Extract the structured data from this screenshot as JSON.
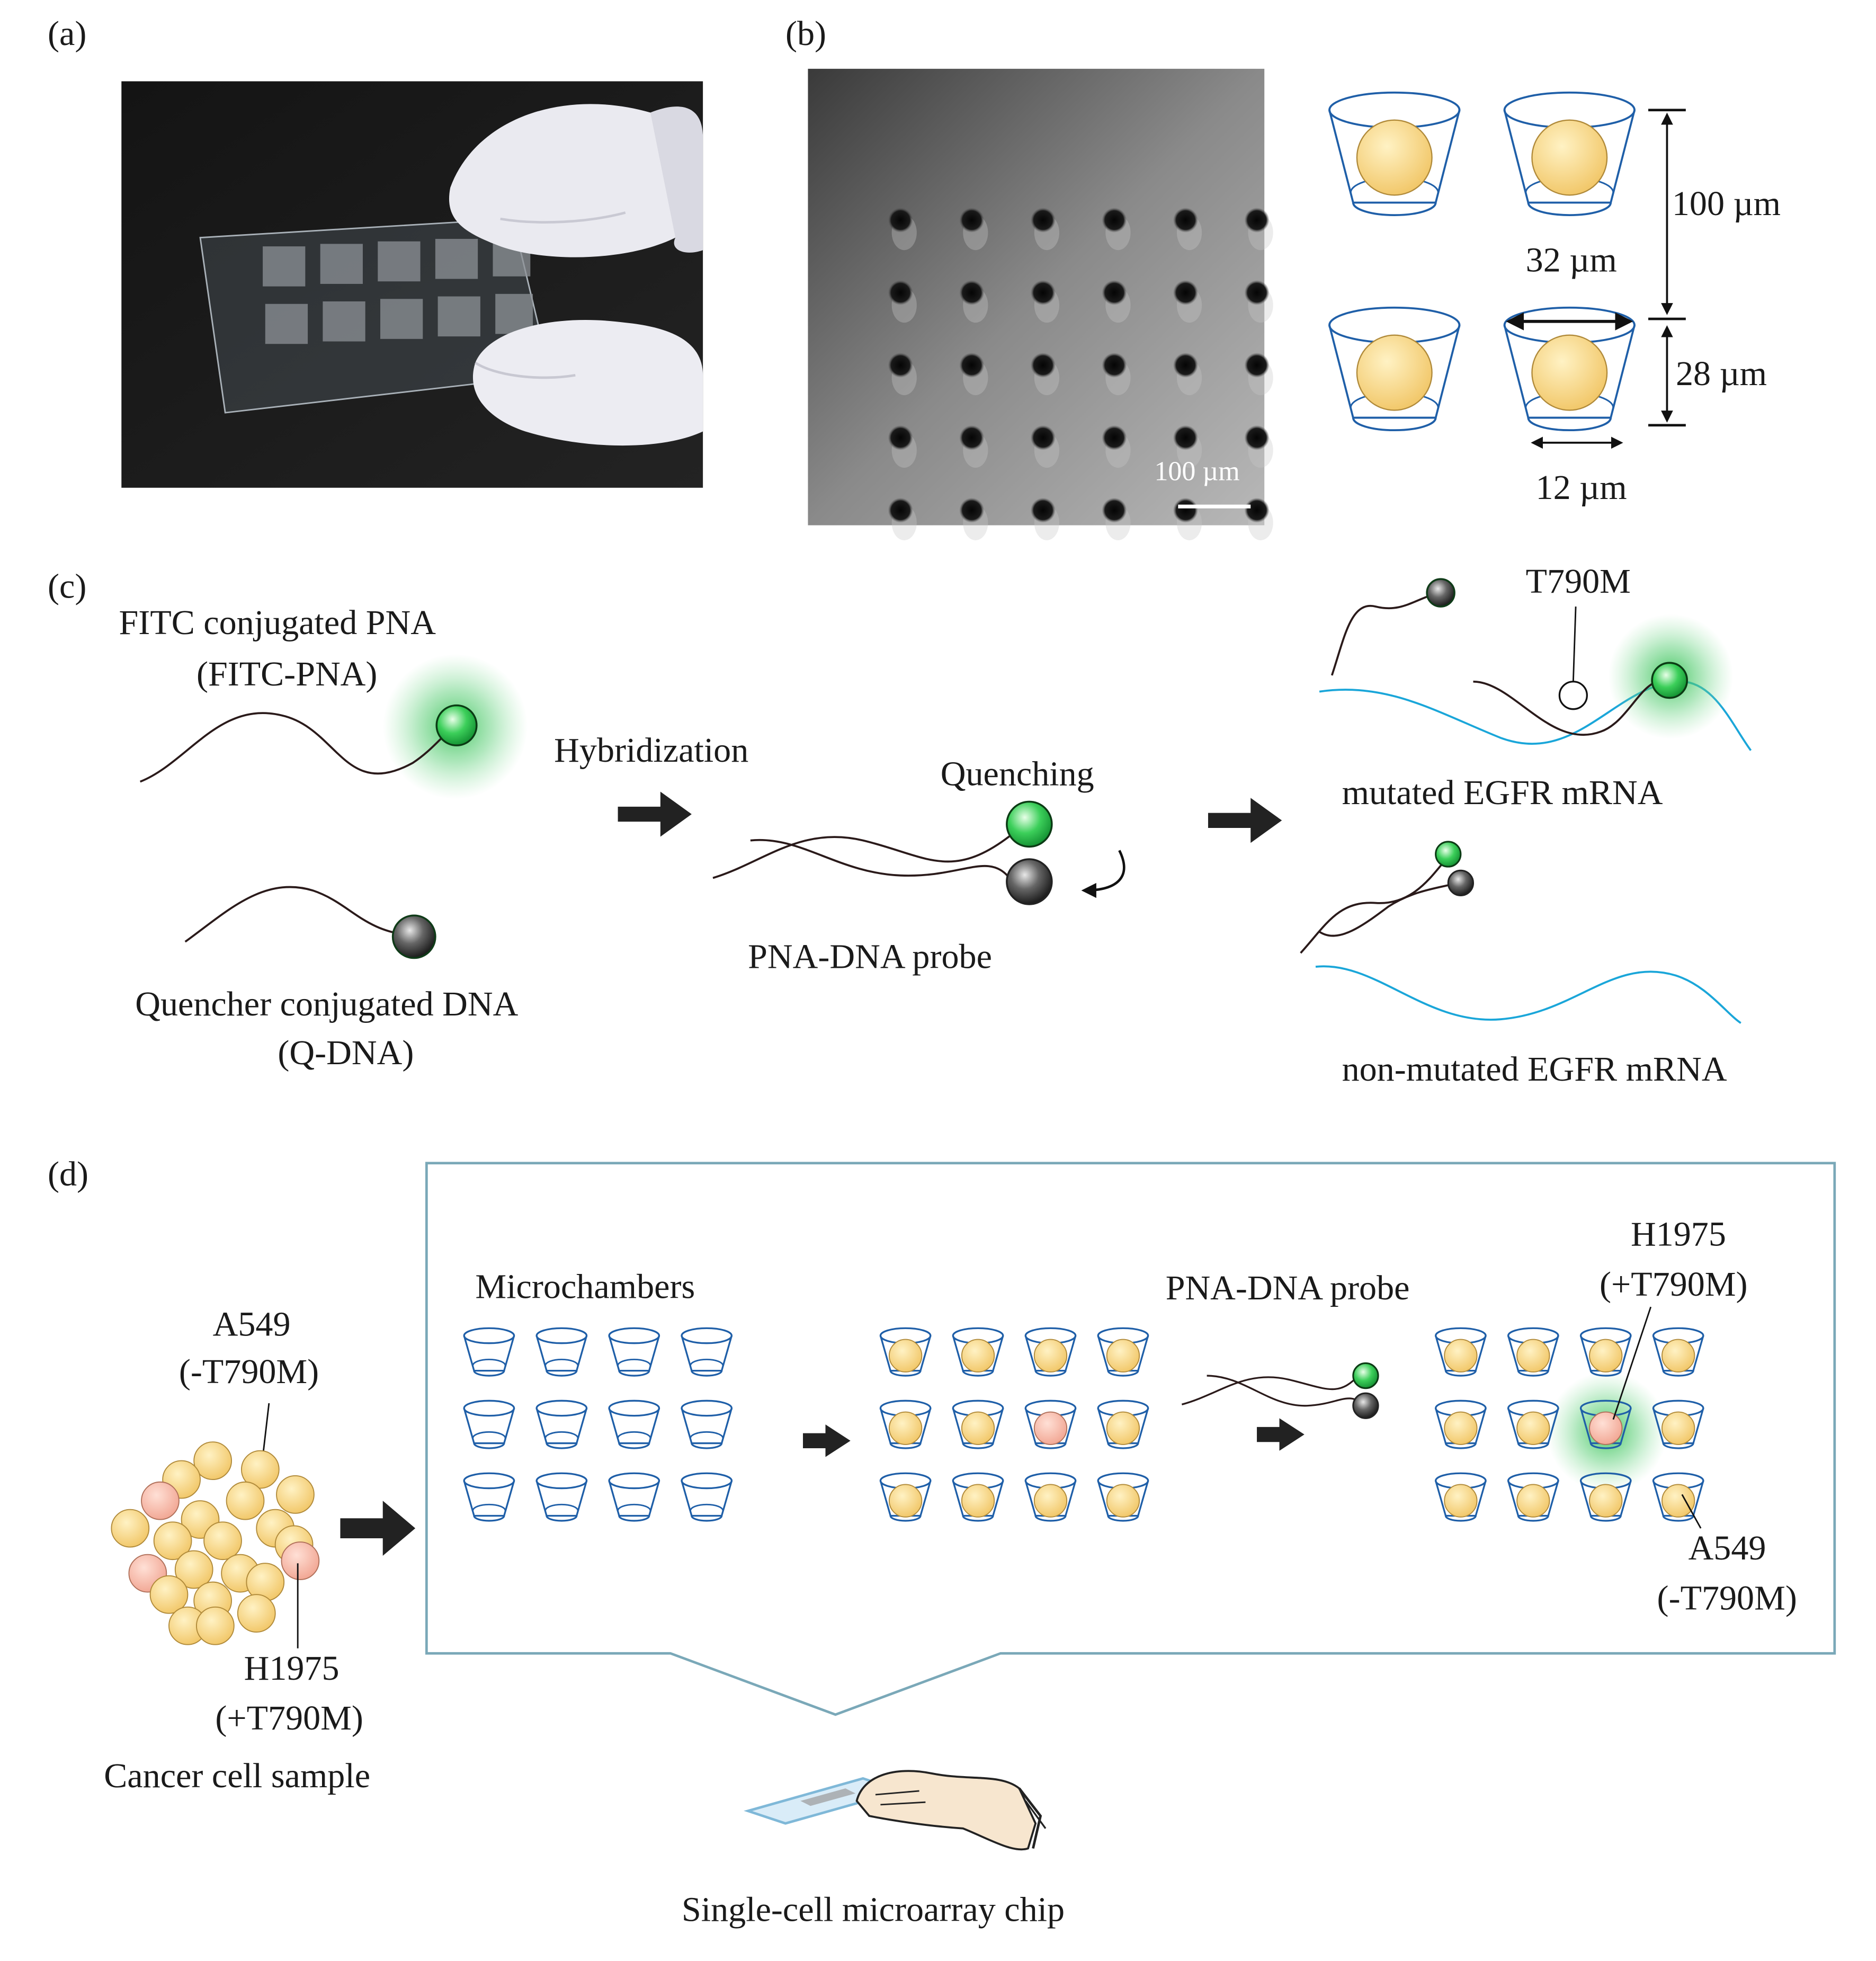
{
  "panels": {
    "a": {
      "label": "(a)"
    },
    "b": {
      "label": "(b)",
      "scalebar": "100 µm",
      "dim_pitch": "100 µm",
      "dim_top": "32 µm",
      "dim_depth": "28 µm",
      "dim_bottom": "12 µm"
    },
    "c": {
      "label": "(c)",
      "fitc_title": "FITC conjugated PNA",
      "fitc_sub": "(FITC-PNA)",
      "hybridization": "Hybridization",
      "quenching": "Quenching",
      "probe": "PNA-DNA probe",
      "quencher_title": "Quencher conjugated DNA",
      "quencher_sub": "(Q-DNA)",
      "t790m": "T790M",
      "mutated": "mutated EGFR mRNA",
      "non_mutated": "non-mutated EGFR mRNA"
    },
    "d": {
      "label": "(d)",
      "a549_top": "A549",
      "a549_top_sub": "(-T790M)",
      "h1975_left": "H1975",
      "h1975_left_sub": "(+T790M)",
      "cancer_sample": "Cancer cell sample",
      "microchambers": "Microchambers",
      "probe": "PNA-DNA probe",
      "h1975_right": "H1975",
      "h1975_right_sub": "(+T790M)",
      "a549_right": "A549",
      "a549_right_sub": "(-T790M)",
      "chip": "Single-cell microarray chip"
    }
  },
  "colors": {
    "chamber": "#1f5fa8",
    "cell_yellow": "#f2c96a",
    "cell_pink": "#f0a896",
    "mrna": "#1aa6d9",
    "fitc": "#2fbf4f",
    "panel_border": "#7aa8b8"
  }
}
